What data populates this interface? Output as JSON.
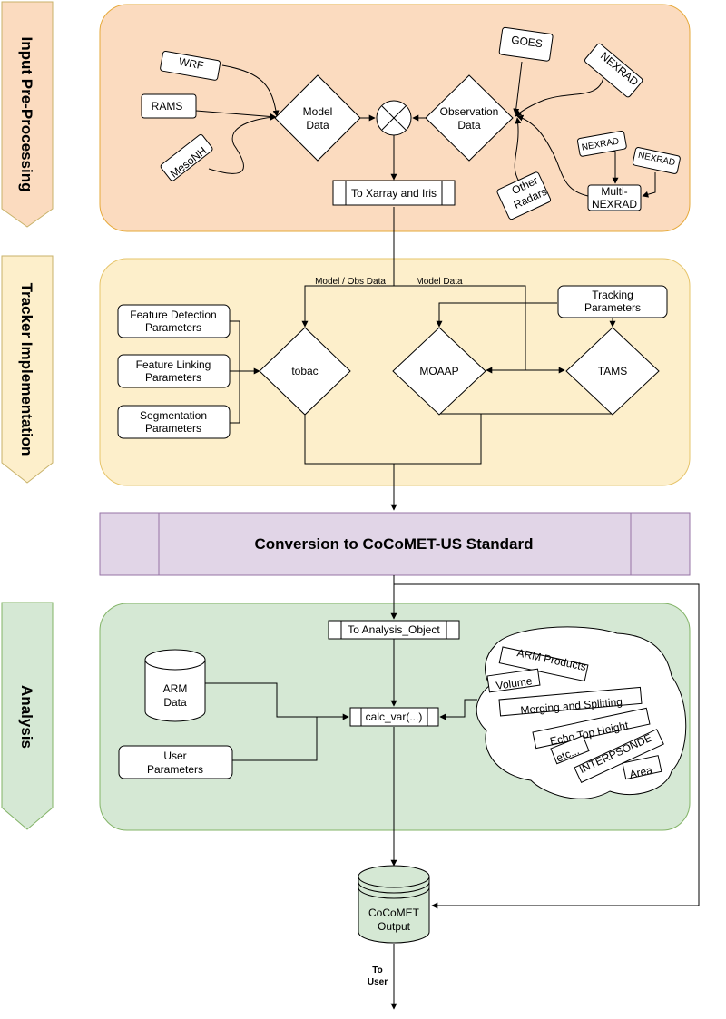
{
  "sections": {
    "preprocessing": "Input Pre-Processing",
    "tracker": "Tracker Implementation",
    "analysis": "Analysis"
  },
  "colors": {
    "preprocessing_fill": "#fbdbbf",
    "preprocessing_stroke": "#e6a93a",
    "tracker_fill": "#fdefcb",
    "tracker_stroke": "#e6c46a",
    "conversion_fill": "#e1d5e7",
    "conversion_stroke": "#9673a6",
    "analysis_fill": "#d5e8d4",
    "analysis_stroke": "#82b366",
    "chevron_stroke": "#c8b26a"
  },
  "preprocessing": {
    "wrf": "WRF",
    "rams": "RAMS",
    "mesonh": "MesoNH",
    "model_data": [
      "Model",
      "Data"
    ],
    "observation_data": [
      "Observation",
      "Data"
    ],
    "goes": "GOES",
    "nexrad": "NEXRAD",
    "nexrad_small_1": "NEXRAD",
    "nexrad_small_2": "NEXRAD",
    "multi_nexrad": [
      "Multi-",
      "NEXRAD"
    ],
    "other_radars": [
      "Other",
      "Radars"
    ],
    "to_xarray": "To Xarray and Iris"
  },
  "tracker": {
    "model_obs_data": "Model / Obs Data",
    "model_data": "Model Data",
    "feature_detection": [
      "Feature Detection",
      "Parameters"
    ],
    "feature_linking": [
      "Feature Linking",
      "Parameters"
    ],
    "segmentation": [
      "Segmentation",
      "Parameters"
    ],
    "tobac": "tobac",
    "moaap": "MOAAP",
    "tams": "TAMS",
    "tracking_parameters": [
      "Tracking",
      "Parameters"
    ]
  },
  "conversion": {
    "title": "Conversion to CoCoMET-US Standard"
  },
  "analysis": {
    "to_analysis_object": "To Analysis_Object",
    "arm_data": [
      "ARM",
      "Data"
    ],
    "user_parameters": [
      "User",
      "Parameters"
    ],
    "calc_var": "calc_var(...)",
    "cloud_items": {
      "arm_products": "ARM Products",
      "volume": "Volume",
      "merging": "Merging and Splitting",
      "echo_top": "Echo Top Height",
      "etc": "etc...",
      "interpsonde": "INTERPSONDE",
      "area": "Area"
    }
  },
  "output": {
    "cocomet_output": [
      "CoCoMET",
      "Output"
    ],
    "to_user": [
      "To",
      "User"
    ]
  }
}
